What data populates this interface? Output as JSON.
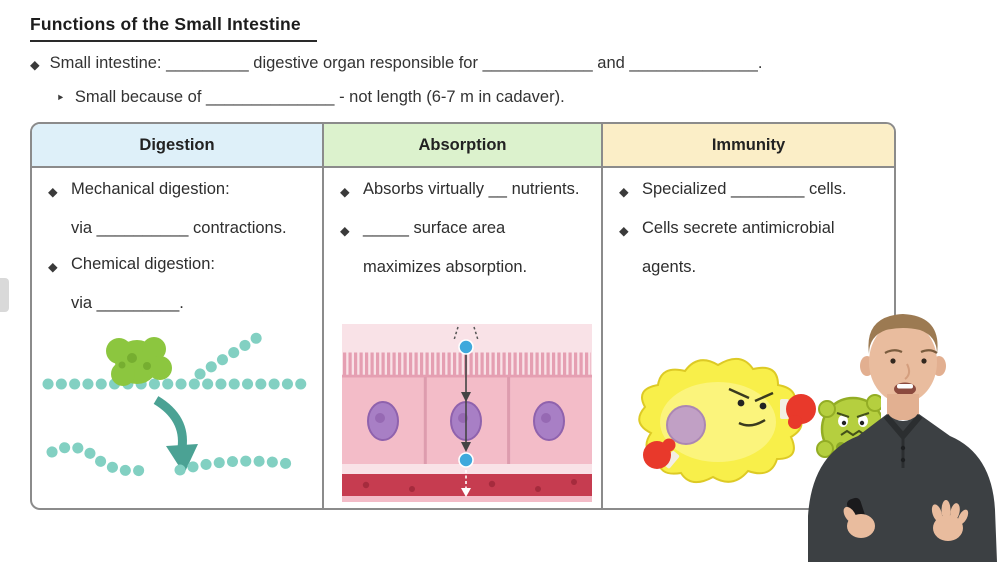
{
  "title": "Functions of the Small Intestine",
  "glyphs": {
    "diamond": "◆",
    "triangle": "‣"
  },
  "intro": {
    "line1": "Small intestine: _________ digestive organ responsible for ____________ and ______________.",
    "line2": "Small because of ______________ - not length (6-7 m in cadaver)."
  },
  "table": {
    "columns": [
      {
        "header": "Digestion",
        "header_bg": "#def0f9",
        "lines": [
          {
            "text": "Mechanical digestion:",
            "bullet": true
          },
          {
            "text": "via __________ contractions.",
            "bullet": false
          },
          {
            "text": "Chemical digestion:",
            "bullet": true
          },
          {
            "text": "via _________.",
            "bullet": false
          }
        ]
      },
      {
        "header": "Absorption",
        "header_bg": "#dcf2cd",
        "lines": [
          {
            "text": "Absorbs virtually __ nutrients.",
            "bullet": true
          },
          {
            "text": "_____ surface area",
            "bullet": true
          },
          {
            "text": "maximizes absorption.",
            "bullet": false
          }
        ]
      },
      {
        "header": "Immunity",
        "header_bg": "#fbeec7",
        "lines": [
          {
            "text": "Specialized ________ cells.",
            "bullet": true
          },
          {
            "text": "Cells secrete antimicrobial",
            "bullet": true
          },
          {
            "text": "agents.",
            "bullet": false
          }
        ]
      }
    ]
  },
  "colors": {
    "table_border": "#8b8b8b",
    "header_digestion": "#def0f9",
    "header_absorption": "#dcf2cd",
    "header_immunity": "#fbeec7",
    "bead_teal": "#82d0c2",
    "enzyme_green": "#8cc63f",
    "arrow_teal": "#4ba294",
    "epithelium_pink": "#f3bcc8",
    "nucleus_purple": "#a87fc5",
    "blood_red": "#c63c50",
    "nutrient_blue": "#3fa9dc",
    "immune_cell_yellow": "#f8ef4a",
    "boxing_glove_red": "#e8392b",
    "germ_green": "#b5cf3f"
  }
}
